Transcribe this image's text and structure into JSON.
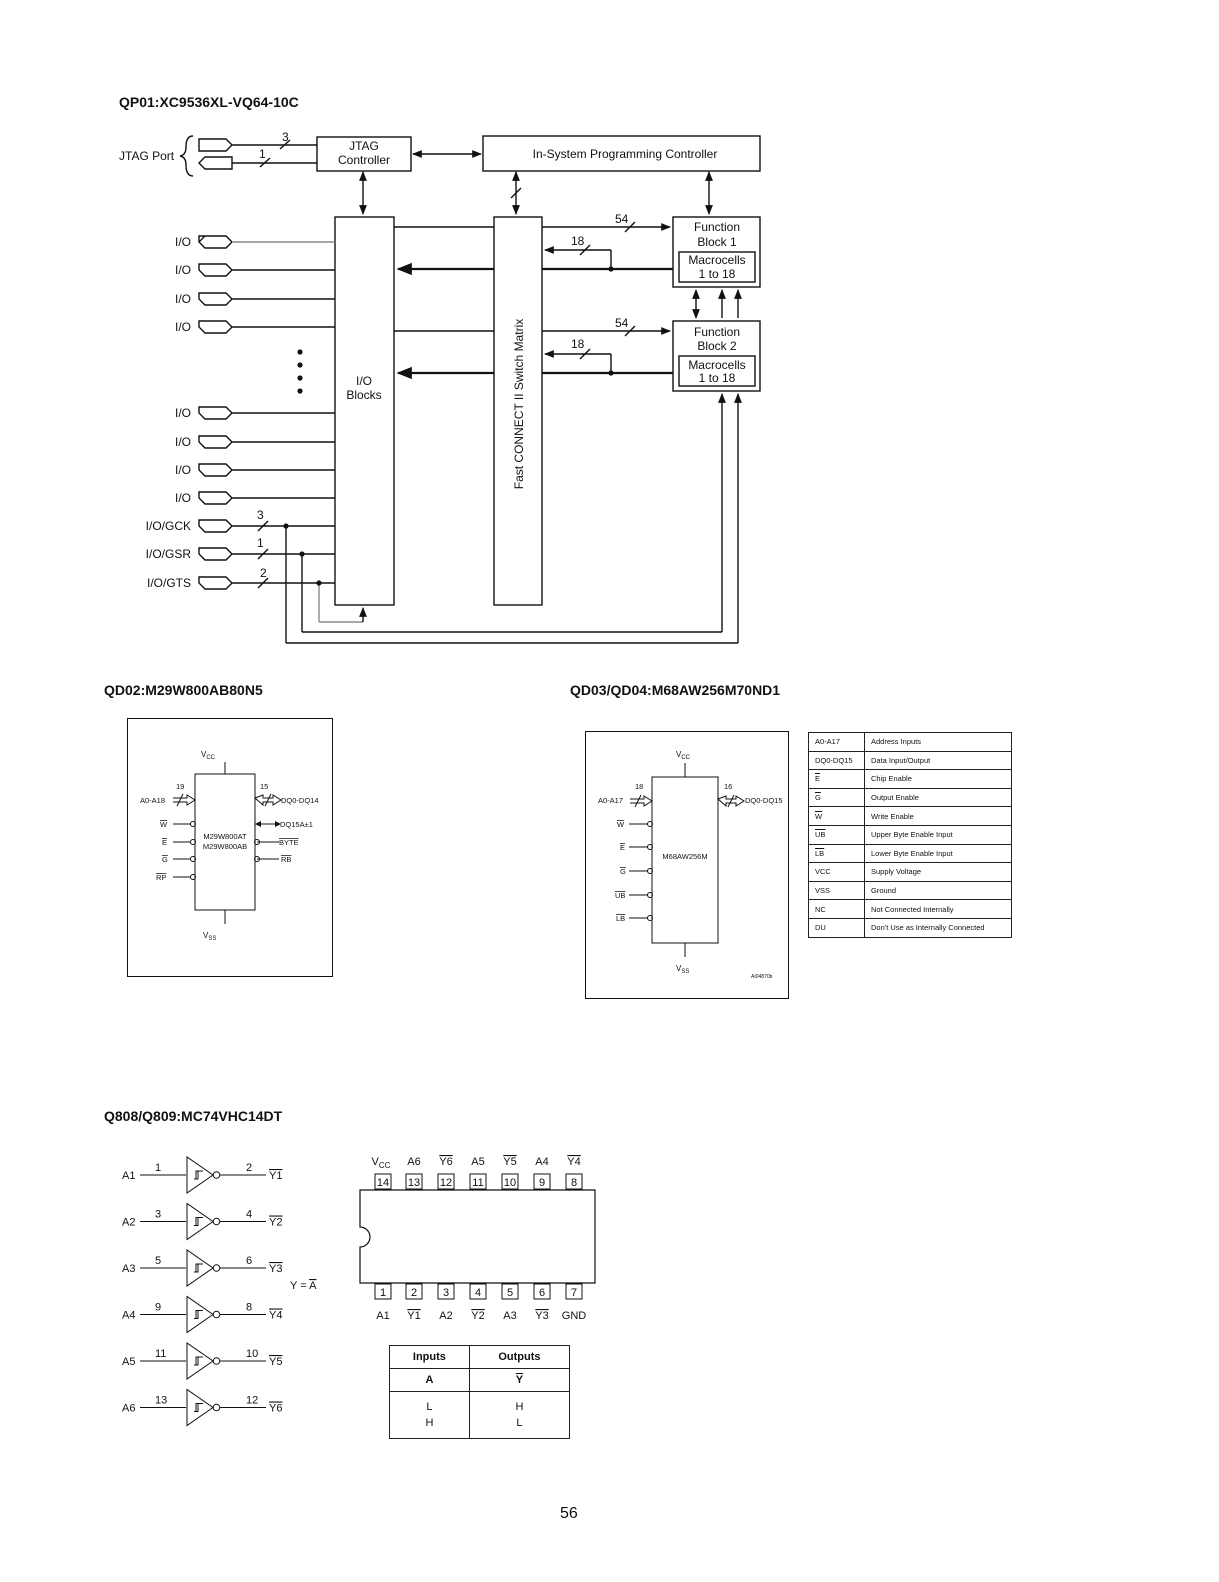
{
  "sections": {
    "qp01_title": "QP01:XC9536XL-VQ64-10C",
    "qd02_title": "QD02:M29W800AB80N5",
    "qd03_title": "QD03/QD04:M68AW256M70ND1",
    "q808_title": "Q808/Q809:MC74VHC14DT"
  },
  "qp01": {
    "jtag_port": "JTAG Port",
    "jtag_controller_l1": "JTAG",
    "jtag_controller_l2": "Controller",
    "isp_controller": "In-System Programming Controller",
    "io_blocks_l1": "I/O",
    "io_blocks_l2": "Blocks",
    "switch_matrix": "Fast CONNECT II Switch Matrix",
    "fb1_l1": "Function",
    "fb1_l2": "Block 1",
    "fb2_l1": "Function",
    "fb2_l2": "Block 2",
    "macro_l1": "Macrocells",
    "macro_l2": "1 to 18",
    "bus_3": "3",
    "bus_1": "1",
    "bus_2": "2",
    "bus_54": "54",
    "bus_18": "18",
    "io_label": "I/O",
    "io_gck": "I/O/GCK",
    "io_gsr": "I/O/GSR",
    "io_gts": "I/O/GTS"
  },
  "qd02": {
    "vcc": "V",
    "vcc_sub": "CC",
    "vss": "V",
    "vss_sub": "SS",
    "addr": "A0-A18",
    "addr_n": "19",
    "data": "DQ0-DQ14",
    "data_n": "15",
    "dq15": "DQ15A±1",
    "w": "W",
    "e": "E",
    "g": "G",
    "rp": "RP",
    "byte": "BYTE",
    "rb": "RB",
    "chip_l1": "M29W800AT",
    "chip_l2": "M29W800AB"
  },
  "qd03": {
    "vcc": "V",
    "vcc_sub": "CC",
    "vss": "V",
    "vss_sub": "SS",
    "addr": "A0-A17",
    "addr_n": "18",
    "data": "DQ0-DQ15",
    "data_n": "16",
    "w": "W",
    "e": "E",
    "g": "G",
    "ub": "UB",
    "lb": "LB",
    "chip": "M68AW256M",
    "fig_code": "AI04870b",
    "pins": [
      {
        "pin": "A0-A17",
        "desc": "Address Inputs"
      },
      {
        "pin": "DQ0-DQ15",
        "desc": "Data Input/Output"
      },
      {
        "pin": "E",
        "desc": "Chip Enable",
        "bar": true
      },
      {
        "pin": "G",
        "desc": "Output Enable",
        "bar": true
      },
      {
        "pin": "W",
        "desc": "Write Enable",
        "bar": true
      },
      {
        "pin": "UB",
        "desc": "Upper Byte Enable Input",
        "bar": true
      },
      {
        "pin": "LB",
        "desc": "Lower Byte Enable Input",
        "bar": true
      },
      {
        "pin": "VCC",
        "desc": "Supply Voltage"
      },
      {
        "pin": "VSS",
        "desc": "Ground"
      },
      {
        "pin": "NC",
        "desc": "Not Connected Internally"
      },
      {
        "pin": "DU",
        "desc": "Don't Use as Internally Connected"
      }
    ]
  },
  "q808": {
    "gates": [
      {
        "in": "A1",
        "in_pin": "1",
        "out_pin": "2",
        "out": "Y1"
      },
      {
        "in": "A2",
        "in_pin": "3",
        "out_pin": "4",
        "out": "Y2"
      },
      {
        "in": "A3",
        "in_pin": "5",
        "out_pin": "6",
        "out": "Y3"
      },
      {
        "in": "A4",
        "in_pin": "9",
        "out_pin": "8",
        "out": "Y4"
      },
      {
        "in": "A5",
        "in_pin": "11",
        "out_pin": "10",
        "out": "Y5"
      },
      {
        "in": "A6",
        "in_pin": "13",
        "out_pin": "12",
        "out": "Y6"
      }
    ],
    "equation_lhs": "Y = ",
    "equation_rhs": "A",
    "top_pins": [
      {
        "num": "14",
        "name": "V",
        "sub": "CC",
        "bar": false
      },
      {
        "num": "13",
        "name": "A6",
        "bar": false
      },
      {
        "num": "12",
        "name": "Y6",
        "bar": true
      },
      {
        "num": "11",
        "name": "A5",
        "bar": false
      },
      {
        "num": "10",
        "name": "Y5",
        "bar": true
      },
      {
        "num": "9",
        "name": "A4",
        "bar": false
      },
      {
        "num": "8",
        "name": "Y4",
        "bar": true
      }
    ],
    "bottom_pins": [
      {
        "num": "1",
        "name": "A1",
        "bar": false
      },
      {
        "num": "2",
        "name": "Y1",
        "bar": true
      },
      {
        "num": "3",
        "name": "A2",
        "bar": false
      },
      {
        "num": "4",
        "name": "Y2",
        "bar": true
      },
      {
        "num": "5",
        "name": "A3",
        "bar": false
      },
      {
        "num": "6",
        "name": "Y3",
        "bar": true
      },
      {
        "num": "7",
        "name": "GND",
        "bar": false
      }
    ],
    "truth": {
      "inputs": "Inputs",
      "outputs": "Outputs",
      "col_a": "A",
      "col_y": "Y",
      "a_l": "L",
      "a_h": "H",
      "y_h": "H",
      "y_l": "L"
    }
  },
  "page_number": "56"
}
